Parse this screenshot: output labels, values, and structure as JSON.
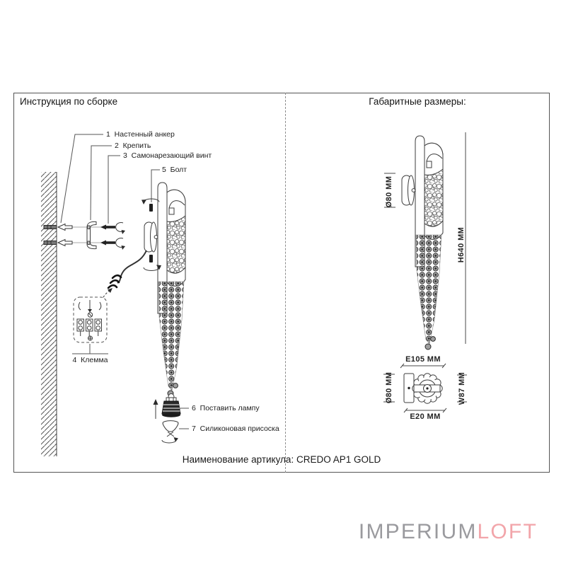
{
  "frame": {
    "left_title": "Инструкция по сборке",
    "right_title": "Габаритные размеры:",
    "footer": "Наименование артикула: CREDO AP1 GOLD"
  },
  "parts": {
    "p1": "1  Настенный анкер",
    "p2": "2  Крепить",
    "p3": "3  Самонарезающий винт",
    "p5": "5  Болт",
    "p4": "4  Клемма",
    "p6": "6  Поставить лампу",
    "p7": "7  Силиконовая присоска"
  },
  "dimensions": {
    "side_diameter": "Ø80 MM",
    "height": "H640 MM",
    "top_depth": "E105 MM",
    "bottom_diameter": "Ø80 MM",
    "width": "W87 MM",
    "bottom_offset": "E20 MM"
  },
  "logo": {
    "gray_text": "IMPERIUM",
    "accent_text": "LOFT"
  },
  "colors": {
    "line": "#3c3c3c",
    "logo_gray": "#9a9a9e",
    "logo_accent": "#f2a5aa"
  }
}
